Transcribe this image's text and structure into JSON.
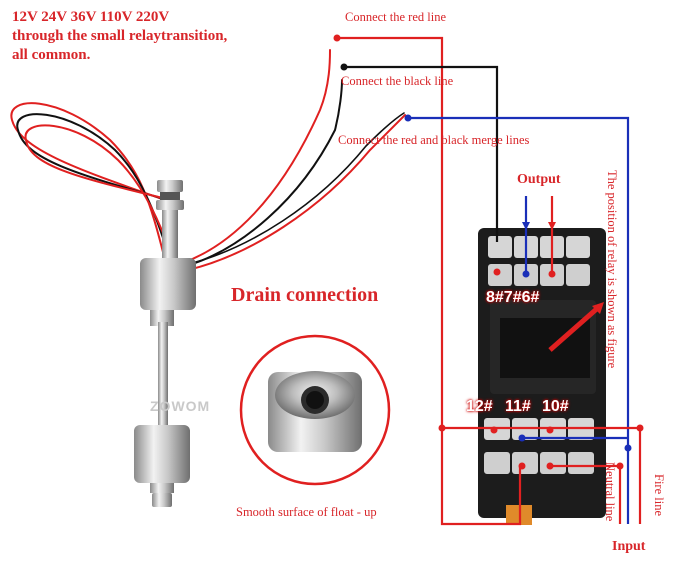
{
  "note_lines": [
    "12V 24V 36V 110V 220V",
    "through the small relaytransition,",
    "all common."
  ],
  "labels": {
    "red_line": "Connect the red line",
    "black_line": "Connect the black line",
    "merge_lines": "Connect the red and black merge lines",
    "drain": "Drain connection",
    "output": "Output",
    "pins_top": "8#7#6#",
    "pin12": "12#",
    "pin11": "11#",
    "pin10": "10#",
    "float_caption": "Smooth surface of float - up",
    "relay_position": "The position of relay is shown as figure",
    "neutral": "Neutral line",
    "fire": "Fire line",
    "input": "Input"
  },
  "watermark": "ZOWOM",
  "colors": {
    "accent": "#d8262a",
    "red_wire": "#e02020",
    "black_wire": "#111111",
    "blue_wire": "#1a2fb8"
  }
}
